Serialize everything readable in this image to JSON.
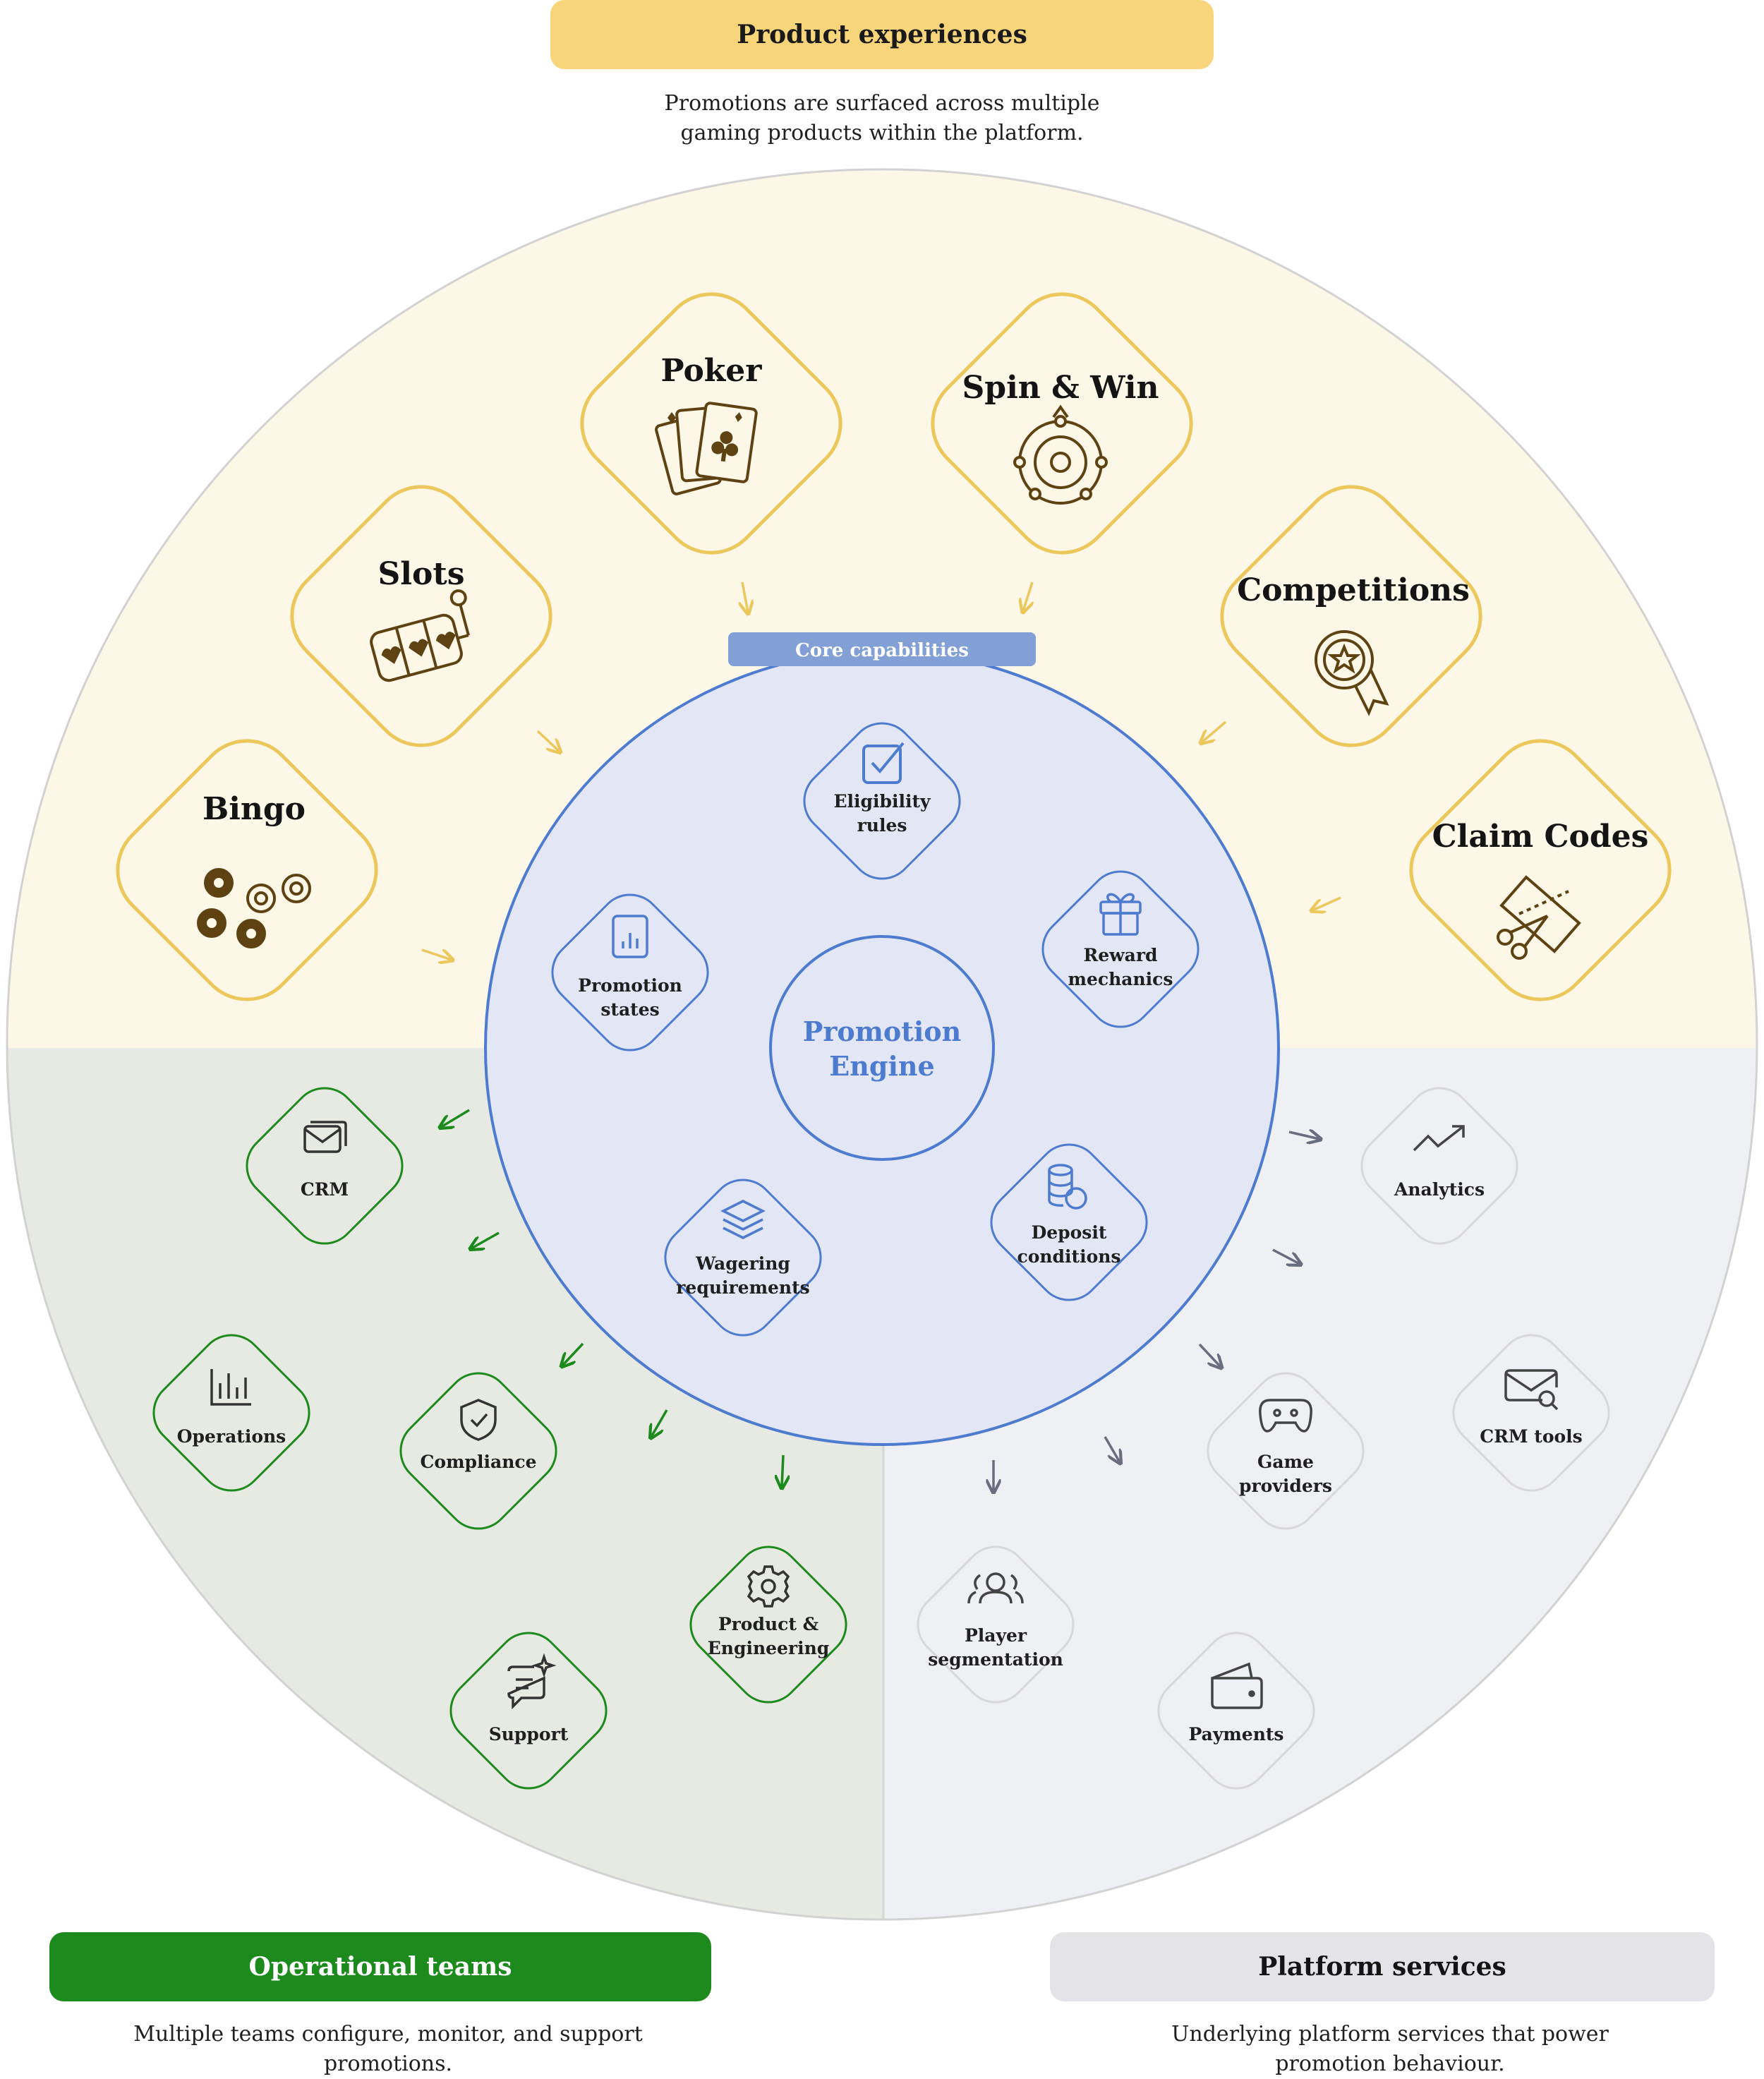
{
  "product_experiences": {
    "title": "Product experiences",
    "description": "Promotions are surfaced across multiple gaming products within the platform.",
    "items": [
      {
        "label": "Bingo",
        "icon": "bingo-balls-icon"
      },
      {
        "label": "Slots",
        "icon": "slot-machine-icon"
      },
      {
        "label": "Poker",
        "icon": "playing-cards-icon"
      },
      {
        "label": "Spin & Win",
        "icon": "prize-wheel-icon"
      },
      {
        "label": "Competitions",
        "icon": "award-medal-icon"
      },
      {
        "label": "Claim Codes",
        "icon": "coupon-scissors-icon"
      }
    ]
  },
  "core": {
    "tag": "Core capabilities",
    "engine_line1": "Promotion",
    "engine_line2": "Engine",
    "items": [
      {
        "line1": "Eligibility",
        "line2": "rules",
        "icon": "checkbox-icon"
      },
      {
        "line1": "Reward",
        "line2": "mechanics",
        "icon": "gift-icon"
      },
      {
        "line1": "Deposit",
        "line2": "conditions",
        "icon": "coins-database-icon"
      },
      {
        "line1": "Wagering",
        "line2": "requirements",
        "icon": "layers-icon"
      },
      {
        "line1": "Promotion",
        "line2": "states",
        "icon": "bar-chart-file-icon"
      }
    ]
  },
  "operational_teams": {
    "title": "Operational teams",
    "description": "Multiple teams configure, monitor, and support promotions.",
    "items": [
      {
        "line1": "CRM",
        "line2": "",
        "icon": "mail-stack-icon"
      },
      {
        "line1": "Operations",
        "line2": "",
        "icon": "bar-chart-icon"
      },
      {
        "line1": "Compliance",
        "line2": "",
        "icon": "shield-check-icon"
      },
      {
        "line1": "Product &",
        "line2": "Engineering",
        "icon": "gear-icon"
      },
      {
        "line1": "Support",
        "line2": "",
        "icon": "chat-sparkle-icon"
      }
    ]
  },
  "platform_services": {
    "title": "Platform services",
    "description": "Underlying platform services that power promotion behaviour.",
    "items": [
      {
        "line1": "Analytics",
        "line2": "",
        "icon": "trend-up-icon"
      },
      {
        "line1": "CRM tools",
        "line2": "",
        "icon": "mail-search-icon"
      },
      {
        "line1": "Game",
        "line2": "providers",
        "icon": "gamepad-icon"
      },
      {
        "line1": "Player",
        "line2": "segmentation",
        "icon": "users-icon"
      },
      {
        "line1": "Payments",
        "line2": "",
        "icon": "wallet-icon"
      }
    ]
  },
  "colors": {
    "gold": "#ecc85c",
    "gold_fill": "#fdf7e8",
    "icon_brown": "#5e4212",
    "blue": "#4c7bd0",
    "blue_fill": "#e3e6f4",
    "green": "#1d8a1d",
    "green_fill": "#e6eae2",
    "gray_fill": "#eff0f4",
    "gray_banner": "#e4e4e8"
  }
}
